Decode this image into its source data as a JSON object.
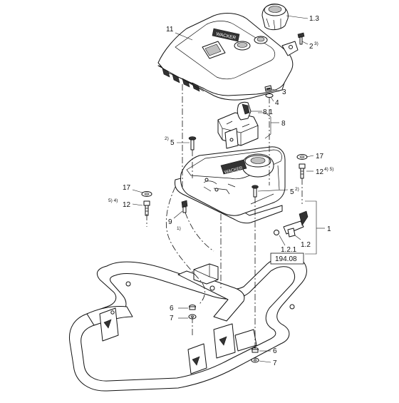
{
  "callouts": {
    "c_1_3": "1.3",
    "c_11": "11",
    "c_2": "2",
    "c_2_note": "3)",
    "c_3": "3",
    "c_4": "4",
    "c_8_1": "8.1",
    "c_8": "8",
    "c_5_top_note": "2)",
    "c_5_top": "5",
    "c_17_right": "17",
    "c_12_right": "12",
    "c_12_right_note": "4) 5)",
    "c_17_left": "17",
    "c_12_left_note": "5) 4)",
    "c_12_left": "12",
    "c_5_right": "5",
    "c_5_right_note": "2)",
    "c_9": "9",
    "c_9_note": "1)",
    "c_1": "1",
    "c_1_2": "1.2",
    "c_1_2_1": "1.2.1",
    "c_ref": "194.08",
    "c_6_left": "6",
    "c_7_left": "7",
    "c_6_right": "6",
    "c_7_right": "7"
  },
  "brand": {
    "hood_text": "WACKER",
    "tank_text": "WACKER"
  }
}
